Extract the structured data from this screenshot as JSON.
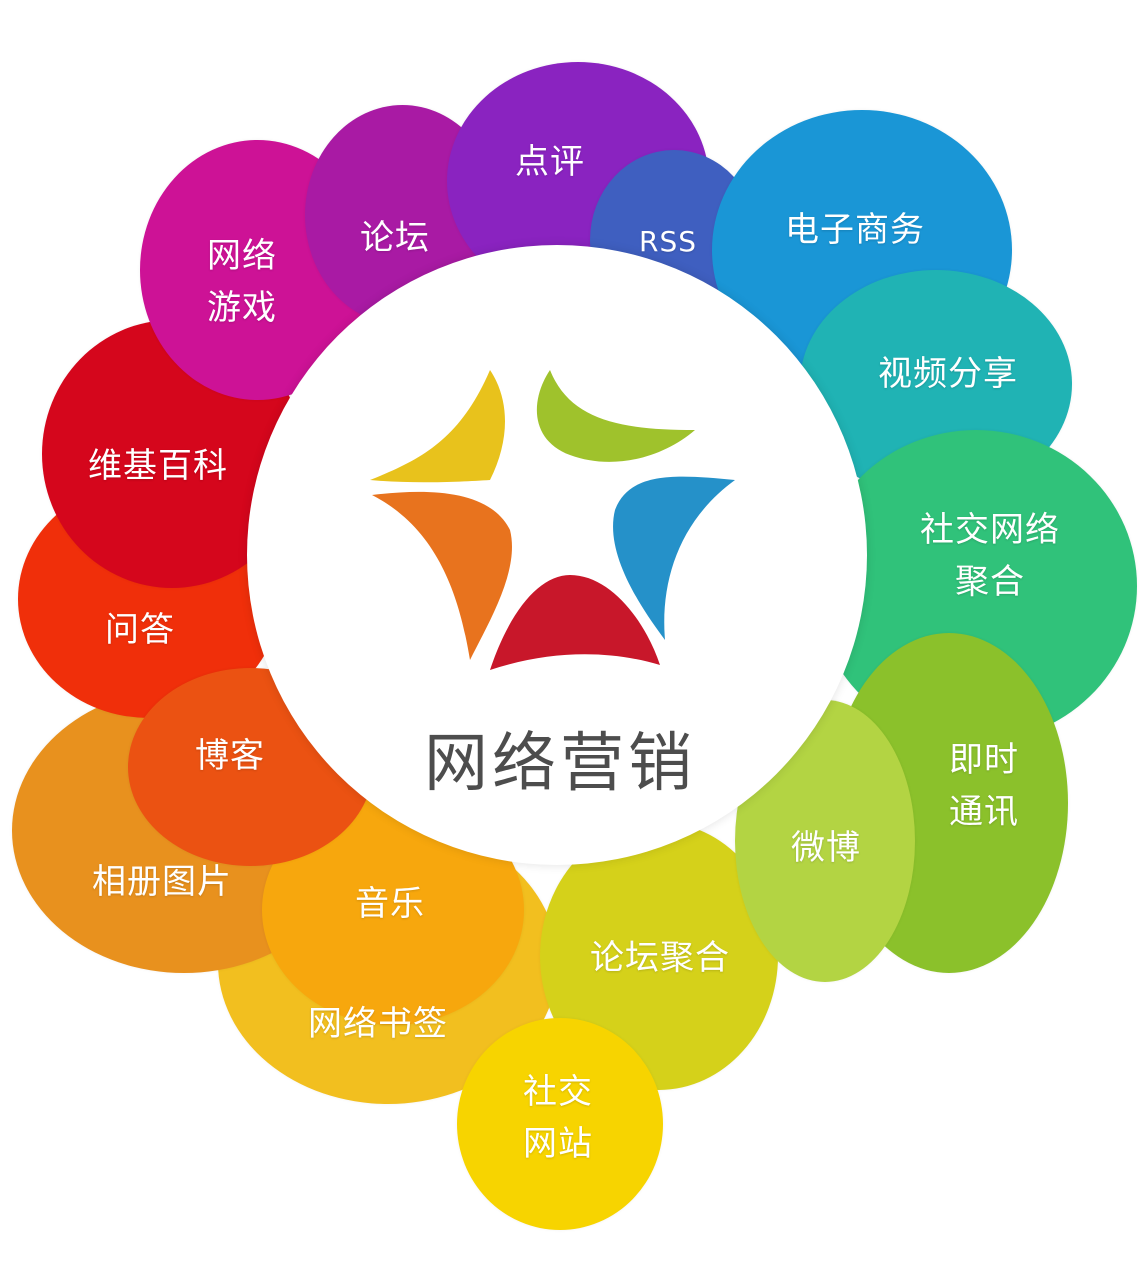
{
  "title": "网络营销",
  "petals": [
    {
      "label": "网络书签",
      "color": "#f2bf1f"
    },
    {
      "label": "相册图片",
      "color": "#e8911e"
    },
    {
      "label": "音乐",
      "color": "#f7a70d"
    },
    {
      "label": "论坛聚合",
      "color": "#d5d11a"
    },
    {
      "label": "社交\n网站",
      "color": "#f7d400"
    },
    {
      "label": "问答",
      "color": "#f02f0a"
    },
    {
      "label": "博客",
      "color": "#eb5212"
    },
    {
      "label": "维基百科",
      "color": "#d5061c"
    },
    {
      "label": "网络\n游戏",
      "color": "#cd1296"
    },
    {
      "label": "论坛",
      "color": "#a91aa4"
    },
    {
      "label": "点评",
      "color": "#8a23c0"
    },
    {
      "label": "RSS",
      "color": "#3f5fc0"
    },
    {
      "label": "电子商务",
      "color": "#1a96d6"
    },
    {
      "label": "视频分享",
      "color": "#20b3b4"
    },
    {
      "label": "社交网络\n聚合",
      "color": "#30c27a"
    },
    {
      "label": "即时\n通讯",
      "color": "#8bc12b"
    },
    {
      "label": "微博",
      "color": "#b3d443"
    }
  ],
  "logo_colors": {
    "yellow": "#e8c21c",
    "green": "#9fc22c",
    "orange": "#e8731e",
    "blue": "#2591c9",
    "red": "#c8172a"
  }
}
